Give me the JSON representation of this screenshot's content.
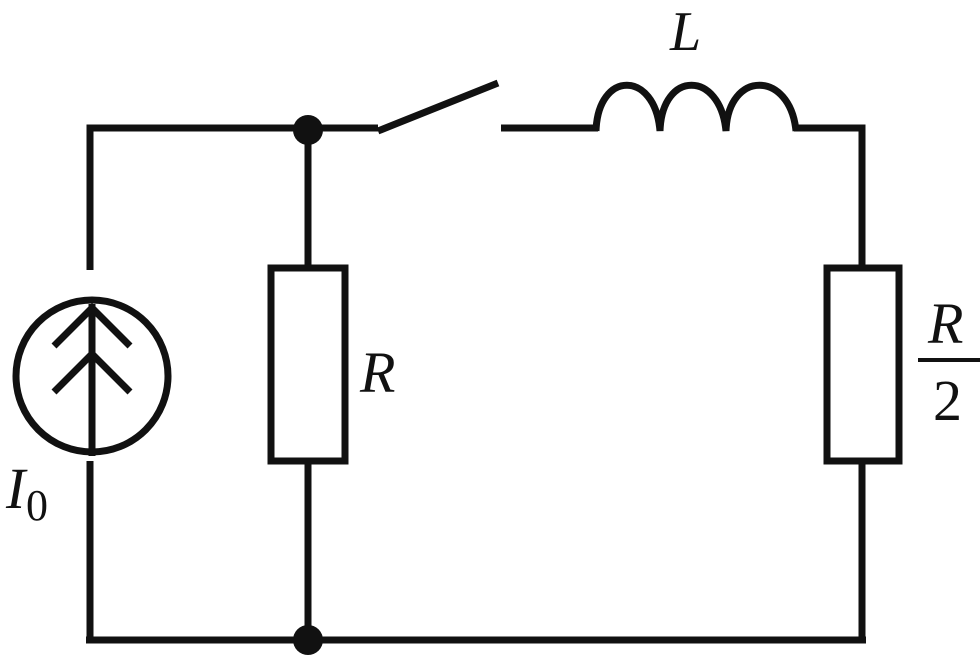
{
  "labels": {
    "inductor": "L",
    "resistor_left": "R",
    "resistor_right_num": "R",
    "resistor_right_den": "2",
    "source_main": "I",
    "source_sub": "0"
  }
}
